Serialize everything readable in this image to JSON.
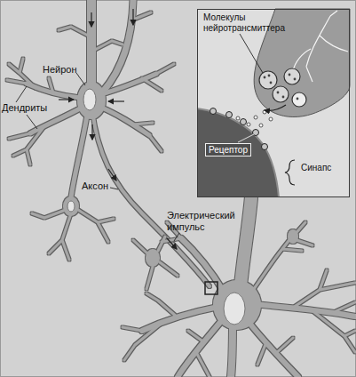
{
  "diagram": {
    "nodes": [
      {
        "text": [
          "Молекулы нейротрансмиттера",
          "Синапс"
        ]
      },
      {
        "text": [
          "Рецептор"
        ],
        "in": 0
      }
    ],
    "labels": [
      "Нейрон",
      "Дендриты",
      "Аксон",
      "Электрический импульс"
    ]
  }
}
